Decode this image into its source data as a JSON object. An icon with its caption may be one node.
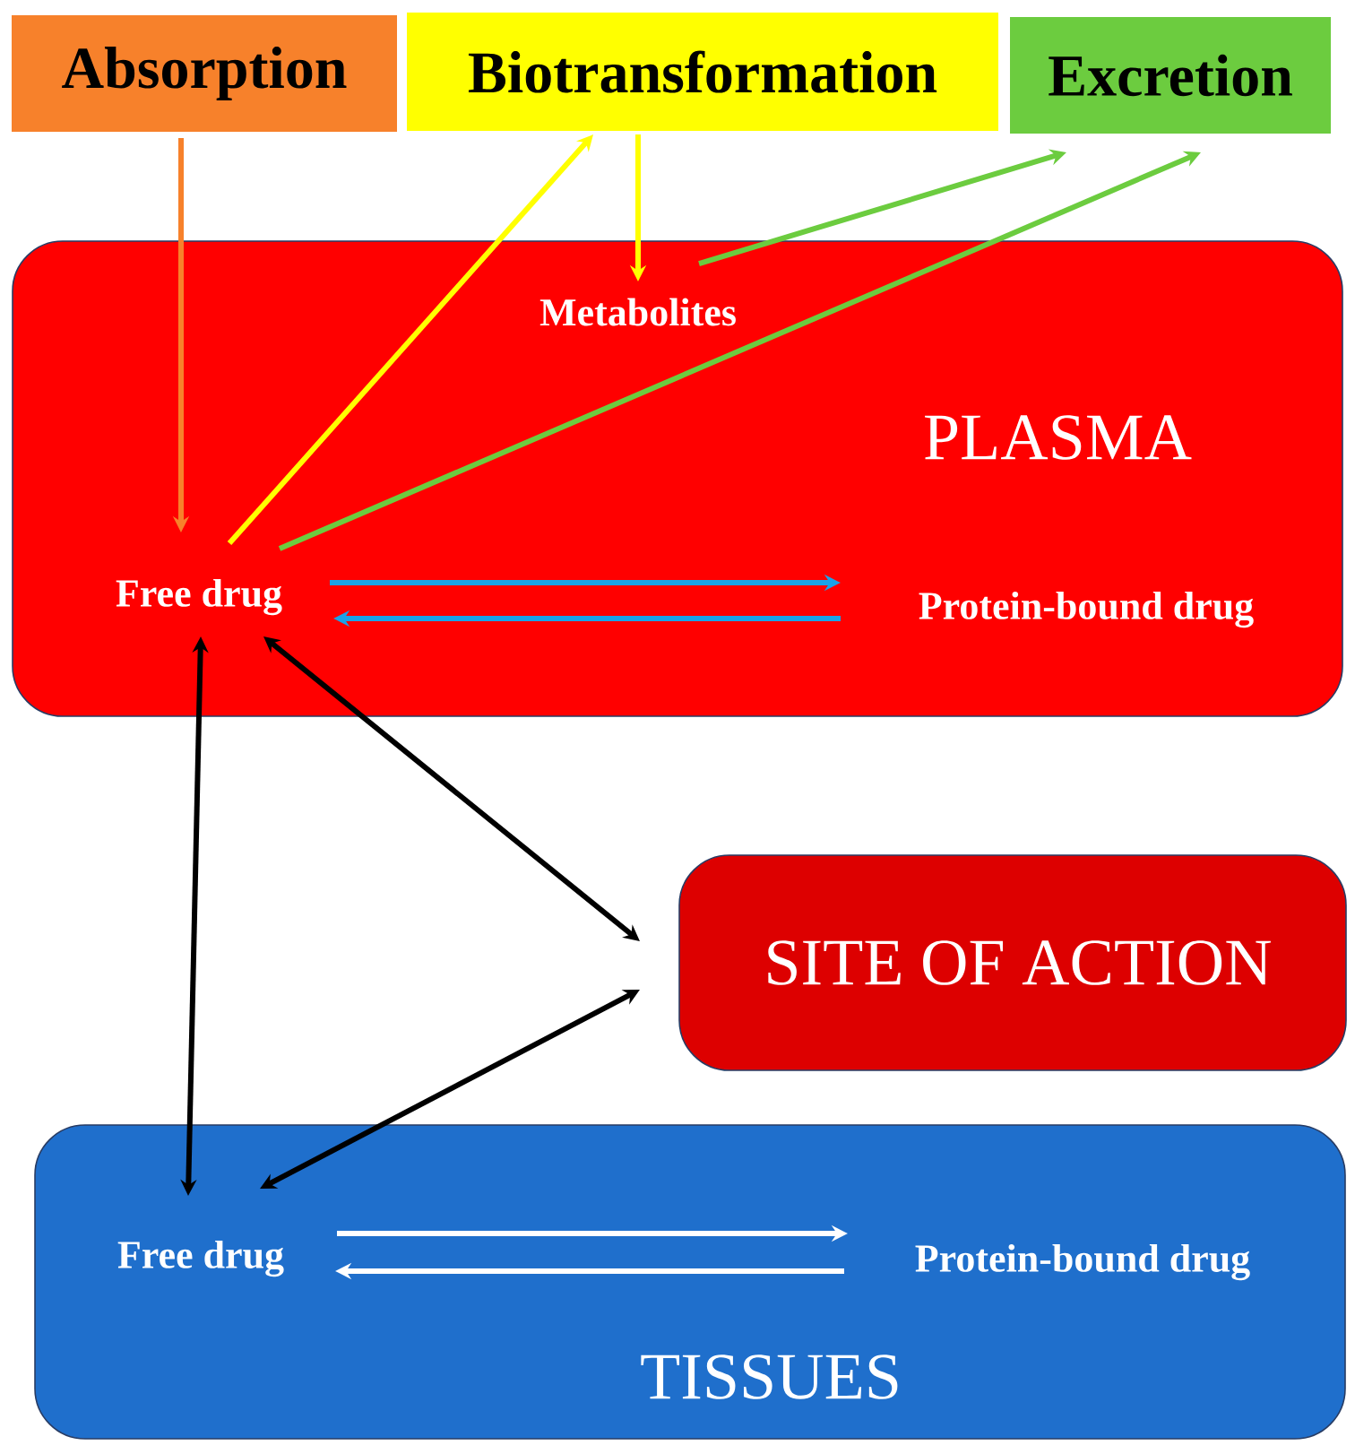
{
  "diagram": {
    "nodes": [
      {
        "text": [
          "Absorption"
        ]
      },
      {
        "text": [
          "Biotransformation"
        ]
      },
      {
        "text": [
          "Excretion"
        ]
      },
      {
        "text": [
          "PLASMA"
        ]
      },
      {
        "text": [
          "Metabolites"
        ],
        "in": 3
      },
      {
        "text": [
          "Free drug"
        ],
        "in": 3
      },
      {
        "text": [
          "Protein-bound drug"
        ],
        "in": 3
      },
      {
        "text": [
          "SITE OF ACTION"
        ]
      },
      {
        "text": [
          "TISSUES"
        ]
      },
      {
        "text": [
          "Free drug"
        ],
        "in": 8
      },
      {
        "text": [
          "Protein-bound drug"
        ],
        "in": 8
      }
    ],
    "edges": [
      {
        "from": 0,
        "to": 5,
        "arrow": "to",
        "color": "#f7812b"
      },
      {
        "from": 5,
        "to": 1,
        "arrow": "to",
        "color": "#ffff00"
      },
      {
        "from": 1,
        "to": 4,
        "arrow": "to",
        "color": "#ffff00"
      },
      {
        "from": 4,
        "to": 2,
        "arrow": "to",
        "color": "#6ccc3f"
      },
      {
        "from": 5,
        "to": 2,
        "arrow": "to",
        "color": "#6ccc3f"
      },
      {
        "from": 5,
        "to": 6,
        "arrow": "to",
        "color": "#1aa3e8"
      },
      {
        "from": 6,
        "to": 5,
        "arrow": "to",
        "color": "#1aa3e8"
      },
      {
        "from": 5,
        "to": 9,
        "arrow": "both"
      },
      {
        "from": 5,
        "to": 7,
        "arrow": "both"
      },
      {
        "from": 9,
        "to": 7,
        "arrow": "both"
      },
      {
        "from": 9,
        "to": 10,
        "arrow": "to",
        "color": "#ffffff"
      },
      {
        "from": 10,
        "to": 9,
        "arrow": "to",
        "color": "#ffffff"
      }
    ]
  }
}
